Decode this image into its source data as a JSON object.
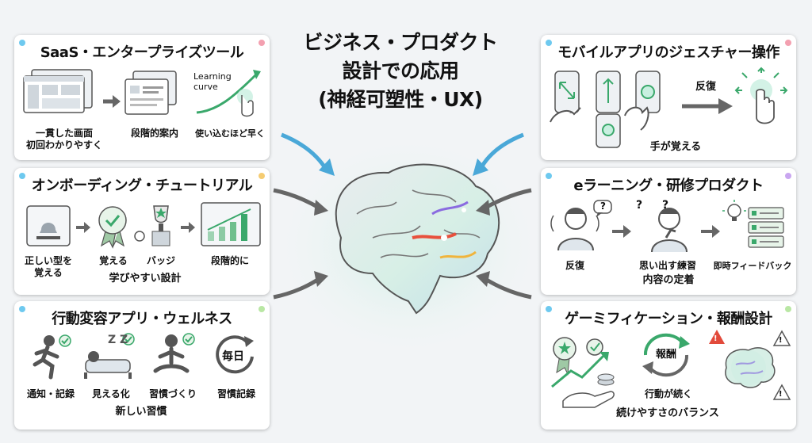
{
  "title": {
    "line1": "ビジネス・プロダクト",
    "line2": "設計での応用",
    "line3": "(神経可塑性・UX)"
  },
  "panels": {
    "saas": {
      "title": "SaaS・エンタープライズツール",
      "caption1_line1": "一貫した画面",
      "caption1_line2": "初回わかりやすく",
      "caption2": "段階的案内",
      "caption3": "使い込むほど早く",
      "learning_line1": "Learning",
      "learning_line2": "curve"
    },
    "onboarding": {
      "title": "オンボーディング・チュートリアル",
      "caption1_line1": "正しい型を",
      "caption1_line2": "覚える",
      "caption2": "覚える",
      "caption3": "バッジ",
      "caption4": "段階的に",
      "footer": "学びやすい設計"
    },
    "behavior": {
      "title": "行動変容アプリ・ウェルネス",
      "caption1": "通知・記録",
      "caption2": "見える化",
      "caption3": "習慣づくり",
      "caption4": "習慣記録",
      "footer": "新しい習慣",
      "daily_icon": "毎日",
      "sleep_icon": "Z Z"
    },
    "gesture": {
      "title": "モバイルアプリのジェスチャー操作",
      "repeat": "反復",
      "footer": "手が覚える"
    },
    "elearning": {
      "title": "eラーニング・研修プロダクト",
      "caption1": "反復",
      "caption2": "思い出す練習",
      "caption3": "即時フィードバック",
      "footer": "内容の定着",
      "q1": "?",
      "q2": "? ?"
    },
    "gamification": {
      "title": "ゲーミフィケーション・報酬設計",
      "reward": "報酬",
      "caption1": "行動が続く",
      "footer": "続けやすさのバランス",
      "warn": "!"
    }
  },
  "colors": {
    "accent_green": "#3aa86b",
    "accent_blue": "#4aa8d8",
    "icon_gray": "#555555",
    "warning_red": "#e24a3b"
  }
}
